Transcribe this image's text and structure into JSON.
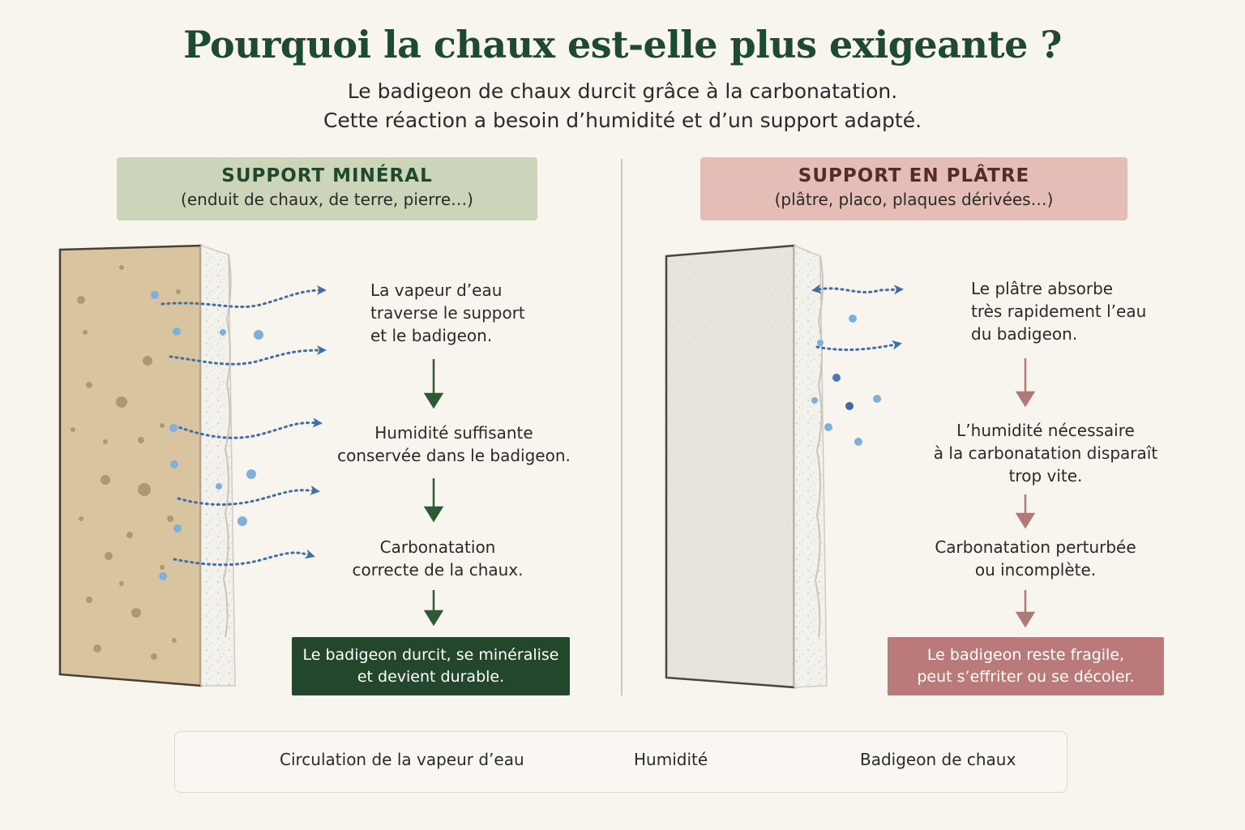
{
  "title": "Pourquoi la chaux est-elle plus exigeante ?",
  "subtitle_lines": [
    "Le badigeon de chaux durcit grâce à la carbonatation.",
    "Cette réaction a besoin d’humidité et d’un support adapté."
  ],
  "left": {
    "header_title": "SUPPORT MINÉRAL",
    "header_subtitle": "(enduit de chaux, de terre, pierre…)",
    "steps": [
      [
        "La vapeur d’eau",
        "traverse le support",
        "et le badigeon."
      ],
      [
        "Humidité suffisante",
        "conservée dans le badigeon."
      ],
      [
        "Carbonatation",
        "correcte de la chaux."
      ]
    ],
    "result": [
      "Le badigeon durcit, se minéralise",
      "et devient durable."
    ]
  },
  "right": {
    "header_title": "SUPPORT EN PLÂTRE",
    "header_subtitle": "(plâtre, placo, plaques dérivées…)",
    "steps": [
      [
        "Le plâtre absorbe",
        "très rapidement l’eau",
        "du badigeon."
      ],
      [
        "L’humidité nécessaire",
        "à la carbonatation disparaît",
        "trop vite."
      ],
      [
        "Carbonatation perturbée",
        "ou incomplète."
      ]
    ],
    "result": [
      "Le badigeon reste fragile,",
      "peut s’effriter ou se décoler."
    ]
  },
  "legend": {
    "vapor": "Circulation de la vapeur d’eau",
    "humidity": "Humidité",
    "limewash": "Badigeon de chaux"
  },
  "colors": {
    "title": "#1f4a32",
    "green_dark": "#22472d",
    "green_header": "#ccd4b9",
    "rose_header": "#e4bdb7",
    "rose_result": "#b97a79",
    "vapor_blue": "#3f6ea8",
    "drop_blue": "#7fb0da",
    "mineral_wall": "#d8c49e",
    "plaster_wall": "#e8e4dc"
  }
}
